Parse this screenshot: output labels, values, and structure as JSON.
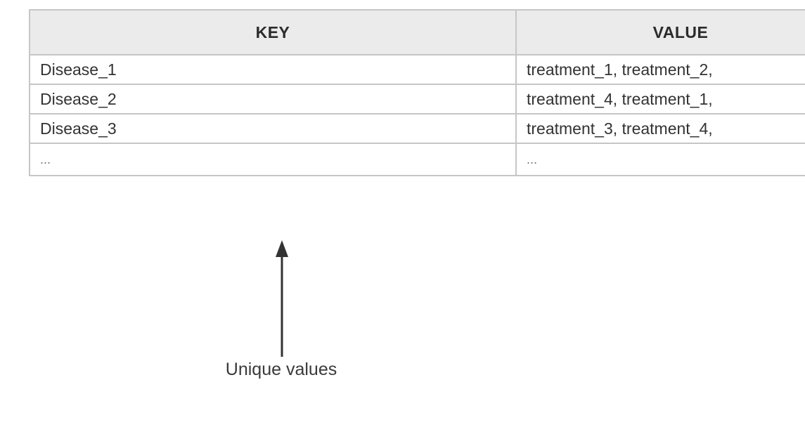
{
  "table": {
    "headers": [
      "KEY",
      "VALUE"
    ],
    "rows": [
      [
        "Disease_1",
        "treatment_1, treatment_2, "
      ],
      [
        "Disease_2",
        "treatment_4, treatment_1, "
      ],
      [
        "Disease_3",
        "treatment_3, treatment_4, "
      ],
      [
        "...",
        "..."
      ]
    ]
  },
  "annotation": {
    "label": "Unique values"
  },
  "colors": {
    "header_bg": "#ebebeb",
    "border": "#c6c6c6",
    "arrow": "#333333"
  }
}
